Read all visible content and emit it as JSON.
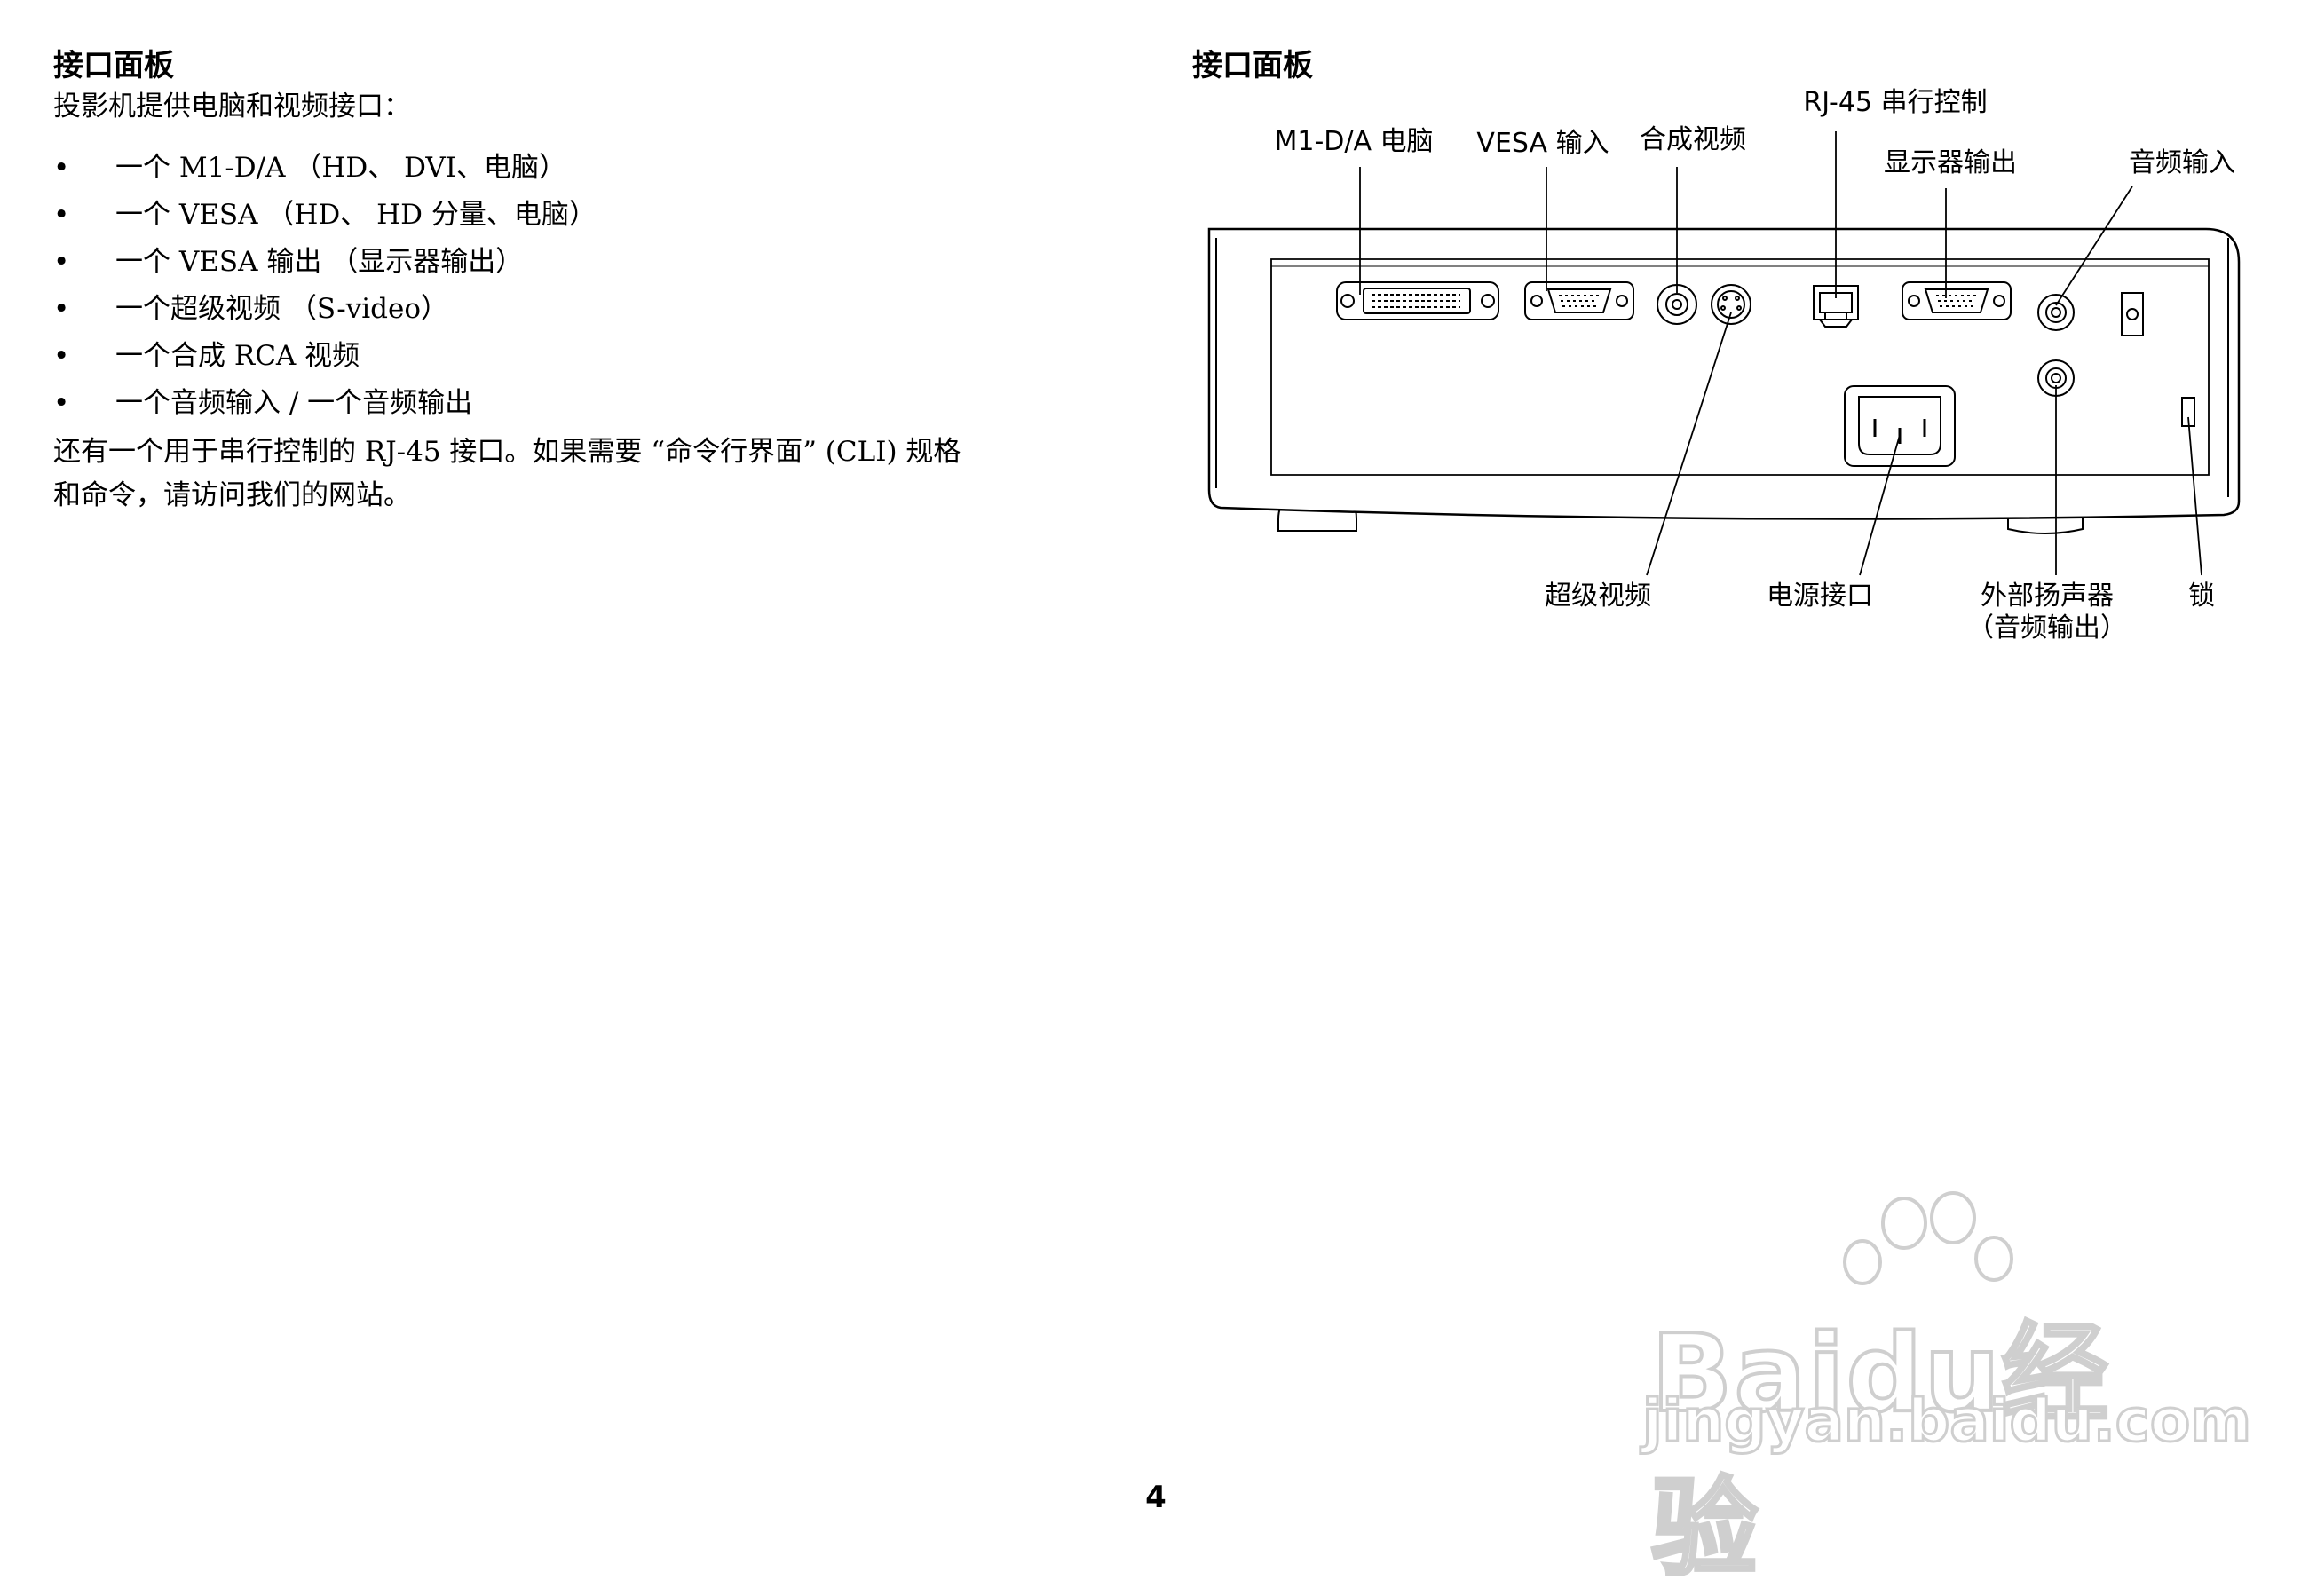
{
  "left": {
    "heading": "接口面板",
    "intro": "投影机提供电脑和视频接口：",
    "bullet_char": "•",
    "items": [
      "一个 M1-D/A （HD、 DVI、电脑）",
      "一个 VESA （HD、 HD 分量、电脑）",
      "一个 VESA 输出 （显示器输出）",
      "一个超级视频 （S-video）",
      "一个合成 RCA 视频",
      "一个音频输入 / 一个音频输出"
    ],
    "closing_line1": "还有一个用于串行控制的 RJ-45 接口。如果需要 “命令行界面” (CLI) 规格",
    "closing_line2": "和命令，请访问我们的网站。"
  },
  "right": {
    "heading": "接口面板",
    "callouts": {
      "m1da": "M1-D/A 电脑",
      "vesa_in": "VESA 输入",
      "composite": "合成视频",
      "rj45": "RJ-45 串行控制",
      "monitor_out": "显示器输出",
      "audio_in": "音频输入",
      "svideo": "超级视频",
      "power": "电源接口",
      "speaker_line1": "外部扬声器",
      "speaker_line2": "（音频输出）",
      "lock": "锁"
    }
  },
  "page_number": "4",
  "watermark": {
    "brand": "Baidu经验",
    "url": "jingyan.baidu.com"
  }
}
